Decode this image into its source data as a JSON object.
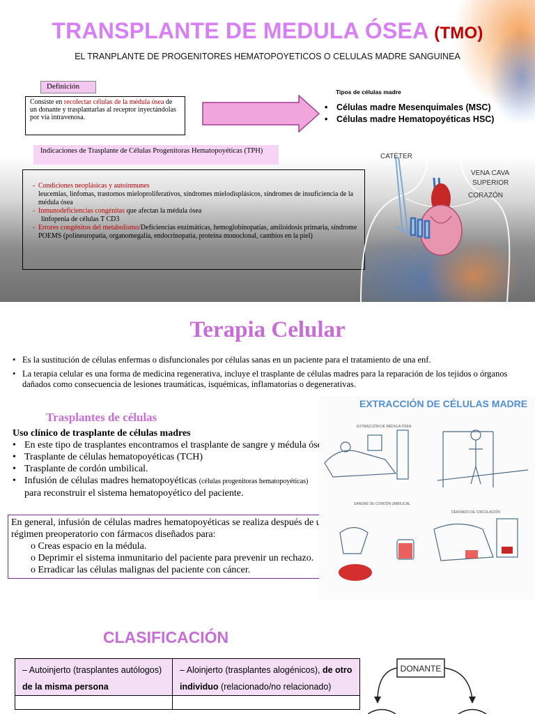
{
  "slide1": {
    "title_main": "TRANSPLANTE DE MEDULA ÓSEA",
    "title_abbr": "(TMO)",
    "subtitle": "EL TRANPLANTE DE PROGENITORES HEMATOPOYETICOS O CELULAS MADRE SANGUINEA",
    "definition": {
      "label": "Definición",
      "text_before": "Consiste en ",
      "text_highlight": "recolectar células de la médula ósea",
      "text_after": " de un donante y trasplantarlas al receptor inyectándolas por vía intravenosa."
    },
    "types": {
      "title": "Tipos de células madre",
      "items": [
        "Células madre Mesenquimales (MSC)",
        "Células madre Hematopoyéticas HSC)"
      ]
    },
    "indications": {
      "label": "Indicaciones de Trasplante de Células Progenitoras Hematopoyéticas (TPH)",
      "cat1": "Condiciones neoplásicas y autoinmunes",
      "cat1_detail": "leucemias, linfomas, trastornos mieloproliferativos, síndromes mielodisplásicos, síndromes de insuficiencia de la médula ósea",
      "cat2": "Inmunodeficiencias congénitas",
      "cat2_after": " que afectan la médula ósea",
      "cat2_detail": "linfopenia de  células T CD3",
      "cat3": "Errores congénitos del metabolismo/",
      "cat3_after": "Deficiencias enzimáticas, hemoglobinopatías, amiloidosis primaria, síndrome POEMS (polineuropatía, organomegalia, endocrinopatía, proteína monoclonal, cambios en la piel)"
    },
    "figure_labels": {
      "catheter": "CATÉTER",
      "vena": "VENA CAVA",
      "superior": "SUPERIOR",
      "heart": "CORAZÓN"
    }
  },
  "slide2": {
    "title": "Terapia Celular",
    "bullets": [
      "Es la sustitución de células enfermas o disfuncionales por células sanas en un paciente para el tratamiento de una enf.",
      "La terapia celular es una forma de medicina regenerativa, incluye el trasplante de células madres para la reparación de los tejidos o órganos dañados como consecuencia de lesiones traumáticas, isquémicas, inflamatorias o degenerativas."
    ],
    "transplant_title": "Trasplantes de células",
    "uso_title": "Uso clínico de trasplante de células madres",
    "uso_items": [
      "En este tipo de trasplantes encontramos el trasplante de sangre y médula ósea",
      "Trasplante de células hematopoyéticas (TCH)",
      "Trasplante de cordón umbilical."
    ],
    "uso_last_main": "Infusión de células madres hematopoyéticas ",
    "uso_last_small": "(células progenitoras hematopoyéticas)",
    "uso_last_cont": "para reconstruir el sistema hematopoyético del paciente.",
    "general_text": "En general, infusión de células madres hematopoyéticas se realiza después de un régimen preoperatorio con fármacos diseñados para:",
    "general_items": [
      "o Creas espacio en la médula.",
      "o Deprimir el sistema inmunitario del paciente para prevenir un rechazo.",
      "o Erradicar las células malignas del paciente con cáncer."
    ],
    "art": {
      "title": "EXTRACCIÓN DE CÉLULAS MADRE",
      "label_marrow": "EXTRACCIÓN DE MÉDULA ÓSEA",
      "label_cord": "SANGRE DE CORDÓN UMBILICAL",
      "label_blood": "DERIVADO DE CIRCULACIÓN"
    }
  },
  "slide3": {
    "title": "CLASIFICACIÓN",
    "auto_prefix": "– Autoinjerto (trasplantes autólogos) ",
    "auto_bold": "de la misma persona",
    "alo_prefix": "– Aloinjerto (trasplantes alogénicos), ",
    "alo_bold": "de otro individuo",
    "alo_suffix": " (relacionado/no relacionado)",
    "donor_label": "DONANTE"
  }
}
